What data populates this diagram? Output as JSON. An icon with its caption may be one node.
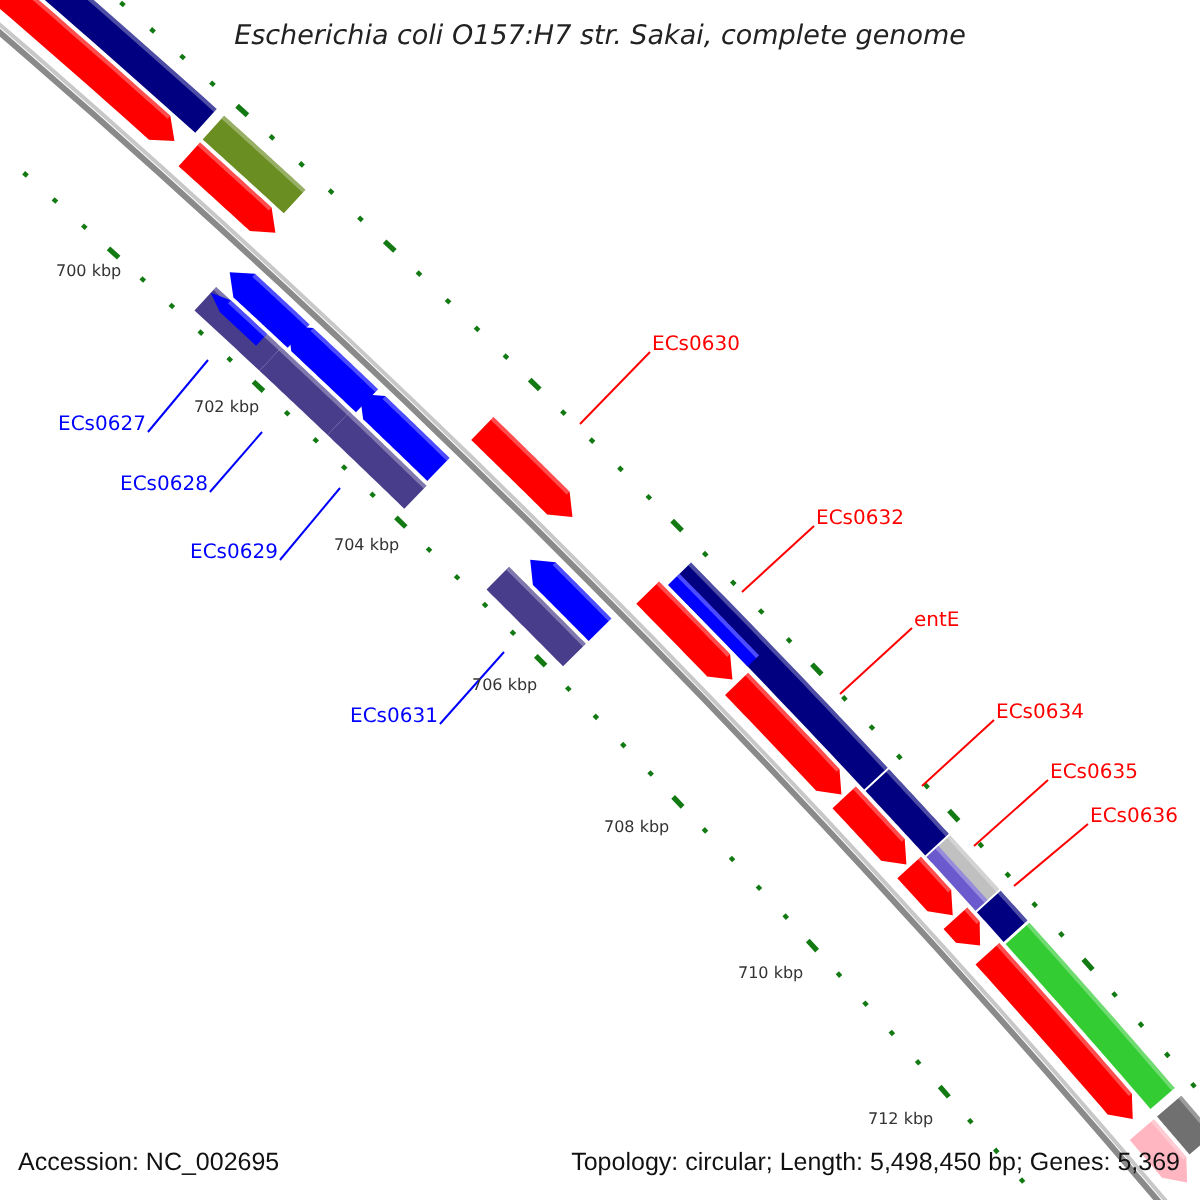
{
  "diagram": {
    "title": "Escherichia coli O157:H7 str. Sakai, complete genome",
    "nodes": [
      {
        "text": [
          "ECs0630"
        ]
      },
      {
        "text": [
          "ECs0627"
        ]
      },
      {
        "text": [
          "ECs0628"
        ]
      },
      {
        "text": [
          "ECs0632"
        ]
      },
      {
        "text": [
          "ECs0629"
        ]
      },
      {
        "text": [
          "entE"
        ]
      },
      {
        "text": [
          "ECs0634"
        ]
      },
      {
        "text": [
          "ECs0631"
        ]
      },
      {
        "text": [
          "ECs0635"
        ]
      },
      {
        "text": [
          "ECs0636"
        ]
      }
    ],
    "edges": [
      {
        "from": 0,
        "to": null,
        "arrow": "none"
      },
      {
        "from": 1,
        "to": null,
        "arrow": "none",
        "color": "#0000ff"
      },
      {
        "from": 2,
        "to": null,
        "arrow": "none",
        "color": "#0000ff"
      },
      {
        "from": 3,
        "to": null,
        "arrow": "none"
      },
      {
        "from": 4,
        "to": null,
        "arrow": "none",
        "color": "#0000ff"
      },
      {
        "from": 5,
        "to": null,
        "arrow": "none"
      },
      {
        "from": 6,
        "to": null,
        "arrow": "none"
      },
      {
        "from": 7,
        "to": null,
        "arrow": "none",
        "color": "#0000ff"
      },
      {
        "from": 8,
        "to": null,
        "arrow": "none"
      },
      {
        "from": 9,
        "to": null,
        "arrow": "none"
      }
    ],
    "labels": [
      "700 kbp",
      "702 kbp",
      "704 kbp",
      "706 kbp",
      "708 kbp",
      "710 kbp",
      "712 kbp",
      "Accession: NC_002695",
      "Topology: circular; Length: 5,498,450 bp; Genes: 5,369"
    ]
  }
}
